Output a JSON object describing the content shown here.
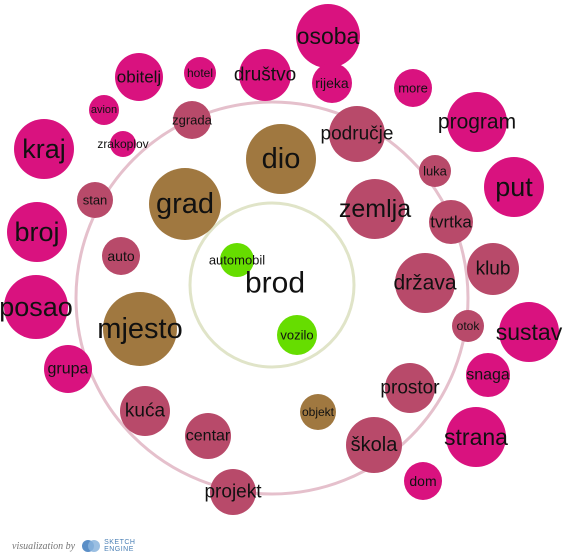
{
  "center": {
    "label": "brod"
  },
  "colors": {
    "magenta": "#d9127f",
    "rose": "#b84a6a",
    "brown": "#a07840",
    "green": "#66dd00",
    "orbit": "#e5c0cc",
    "inner_ring": "#e0e4c8"
  },
  "nodes": [
    {
      "label": "automobil",
      "kind": "green"
    },
    {
      "label": "vozilo",
      "kind": "green"
    },
    {
      "label": "dio",
      "kind": "brown"
    },
    {
      "label": "grad",
      "kind": "brown"
    },
    {
      "label": "mjesto",
      "kind": "brown"
    },
    {
      "label": "objekt",
      "kind": "brown"
    },
    {
      "label": "zemlja",
      "kind": "rose"
    },
    {
      "label": "auto",
      "kind": "rose"
    },
    {
      "label": "država",
      "kind": "rose"
    },
    {
      "label": "tvrtka",
      "kind": "rose"
    },
    {
      "label": "prostor",
      "kind": "rose"
    },
    {
      "label": "kuća",
      "kind": "rose"
    },
    {
      "label": "centar",
      "kind": "rose"
    },
    {
      "label": "škola",
      "kind": "rose"
    },
    {
      "label": "otok",
      "kind": "rose"
    },
    {
      "label": "luka",
      "kind": "rose"
    },
    {
      "label": "područje",
      "kind": "rose"
    },
    {
      "label": "zgrada",
      "kind": "rose"
    },
    {
      "label": "stan",
      "kind": "rose"
    },
    {
      "label": "klub",
      "kind": "rose"
    },
    {
      "label": "projekt",
      "kind": "rose"
    },
    {
      "label": "snaga",
      "kind": "magenta"
    },
    {
      "label": "osoba",
      "kind": "magenta"
    },
    {
      "label": "društvo",
      "kind": "magenta"
    },
    {
      "label": "hotel",
      "kind": "magenta"
    },
    {
      "label": "obitelj",
      "kind": "magenta"
    },
    {
      "label": "rijeka",
      "kind": "magenta"
    },
    {
      "label": "more",
      "kind": "magenta"
    },
    {
      "label": "program",
      "kind": "magenta"
    },
    {
      "label": "avion",
      "kind": "magenta"
    },
    {
      "label": "zrakoplov",
      "kind": "magenta"
    },
    {
      "label": "kraj",
      "kind": "magenta"
    },
    {
      "label": "put",
      "kind": "magenta"
    },
    {
      "label": "broj",
      "kind": "magenta"
    },
    {
      "label": "posao",
      "kind": "magenta"
    },
    {
      "label": "sustav",
      "kind": "magenta"
    },
    {
      "label": "grupa",
      "kind": "magenta"
    },
    {
      "label": "strana",
      "kind": "magenta"
    },
    {
      "label": "dom",
      "kind": "magenta"
    }
  ],
  "footer": {
    "credit": "visualization by",
    "logo_text": "SKETCH ENGINE",
    "logo_icon": "sketch-engine-logo-icon"
  }
}
